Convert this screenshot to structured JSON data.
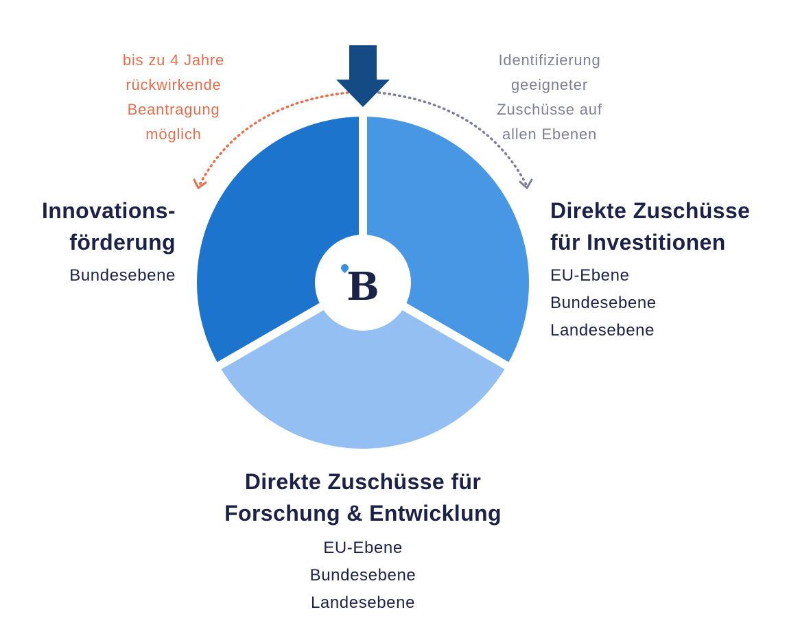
{
  "colors": {
    "segment_left": "#1D74CD",
    "segment_right": "#4897E5",
    "segment_bottom": "#93BFF2",
    "arrow": "#144B84",
    "text_dark": "#1C2148",
    "note_orange": "#E86D4B",
    "note_gray": "#7D7F96",
    "logo_drop": "#3A8FE0",
    "center": "#ffffff"
  },
  "logo": {
    "letter": "B"
  },
  "segments": {
    "left": {
      "title": [
        "Innovations-",
        "förderung"
      ],
      "levels": [
        "Bundesebene"
      ]
    },
    "right": {
      "title": [
        "Direkte Zuschüsse",
        "für Investitionen"
      ],
      "levels": [
        "EU-Ebene",
        "Bundesebene",
        "Landesebene"
      ]
    },
    "bottom": {
      "title": [
        "Direkte Zuschüsse für",
        "Forschung & Entwicklung"
      ],
      "levels": [
        "EU-Ebene",
        "Bundesebene",
        "Landesebene"
      ]
    }
  },
  "notes": {
    "left": [
      "bis zu 4 Jahre",
      "rückwirkende",
      "Beantragung",
      "möglich"
    ],
    "right": [
      "Identifizierung",
      "geeigneter",
      "Zuschüsse auf",
      "allen Ebenen"
    ]
  }
}
